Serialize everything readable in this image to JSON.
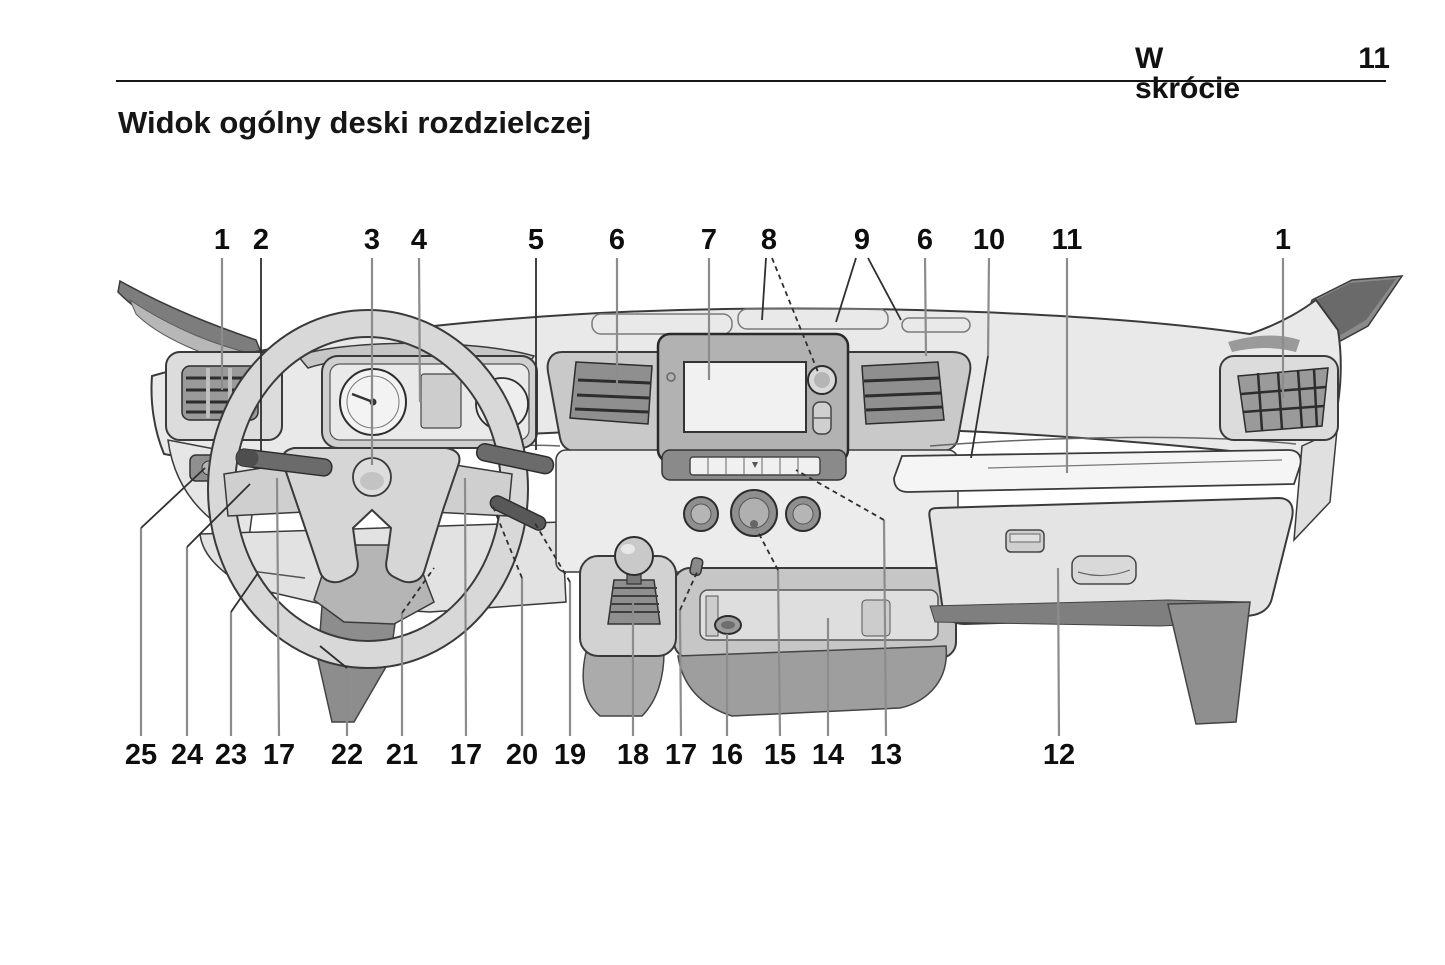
{
  "header": {
    "section": "W skrócie",
    "page_number": "11"
  },
  "title": "Widok ogólny deski rozdzielczej",
  "figure": {
    "alt": "Rysunek deski rozdzielczej z numerami elementów",
    "callouts_top": [
      "1",
      "2",
      "3",
      "4",
      "5",
      "6",
      "7",
      "8",
      "9",
      "6",
      "10",
      "11",
      "1"
    ],
    "callouts_bottom": [
      "25",
      "24",
      "23",
      "17",
      "22",
      "21",
      "17",
      "20",
      "19",
      "18",
      "17",
      "16",
      "15",
      "14",
      "13",
      "12"
    ]
  },
  "colors": {
    "ink": "#161616",
    "line_gray": "#8c8c8c",
    "line_black": "#2f2f2f",
    "fill_light": "#e9e9e9",
    "fill_dark": "#8a8a8a"
  }
}
